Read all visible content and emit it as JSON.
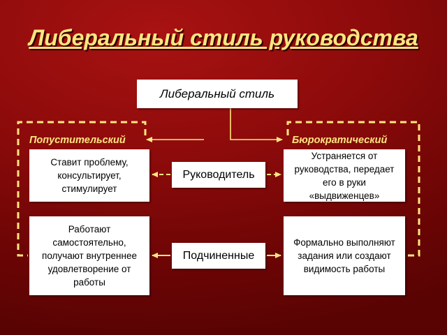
{
  "title": "Либеральный стиль руководства",
  "boxes": {
    "top": "Либеральный стиль",
    "leader": "Руководитель",
    "subordinates": "Подчиненные",
    "left_top": [
      "Ставит проблему,",
      "консультирует,",
      "стимулирует"
    ],
    "right_top": [
      "Устраняется от",
      "руководства, передает",
      "его в руки",
      "«выдвиженцев»"
    ],
    "left_bottom": [
      "Работают",
      "самостоятельно,",
      "получают внутреннее",
      "удовлетворение от",
      "работы"
    ],
    "right_bottom": [
      "Формально выполняют",
      "задания или создают",
      "видимость работы"
    ]
  },
  "labels": {
    "left": "Попустительский",
    "right": "Бюрократический"
  },
  "colors": {
    "background": "#8e0b0b",
    "accent": "#ffe680",
    "box": "#ffffff"
  }
}
